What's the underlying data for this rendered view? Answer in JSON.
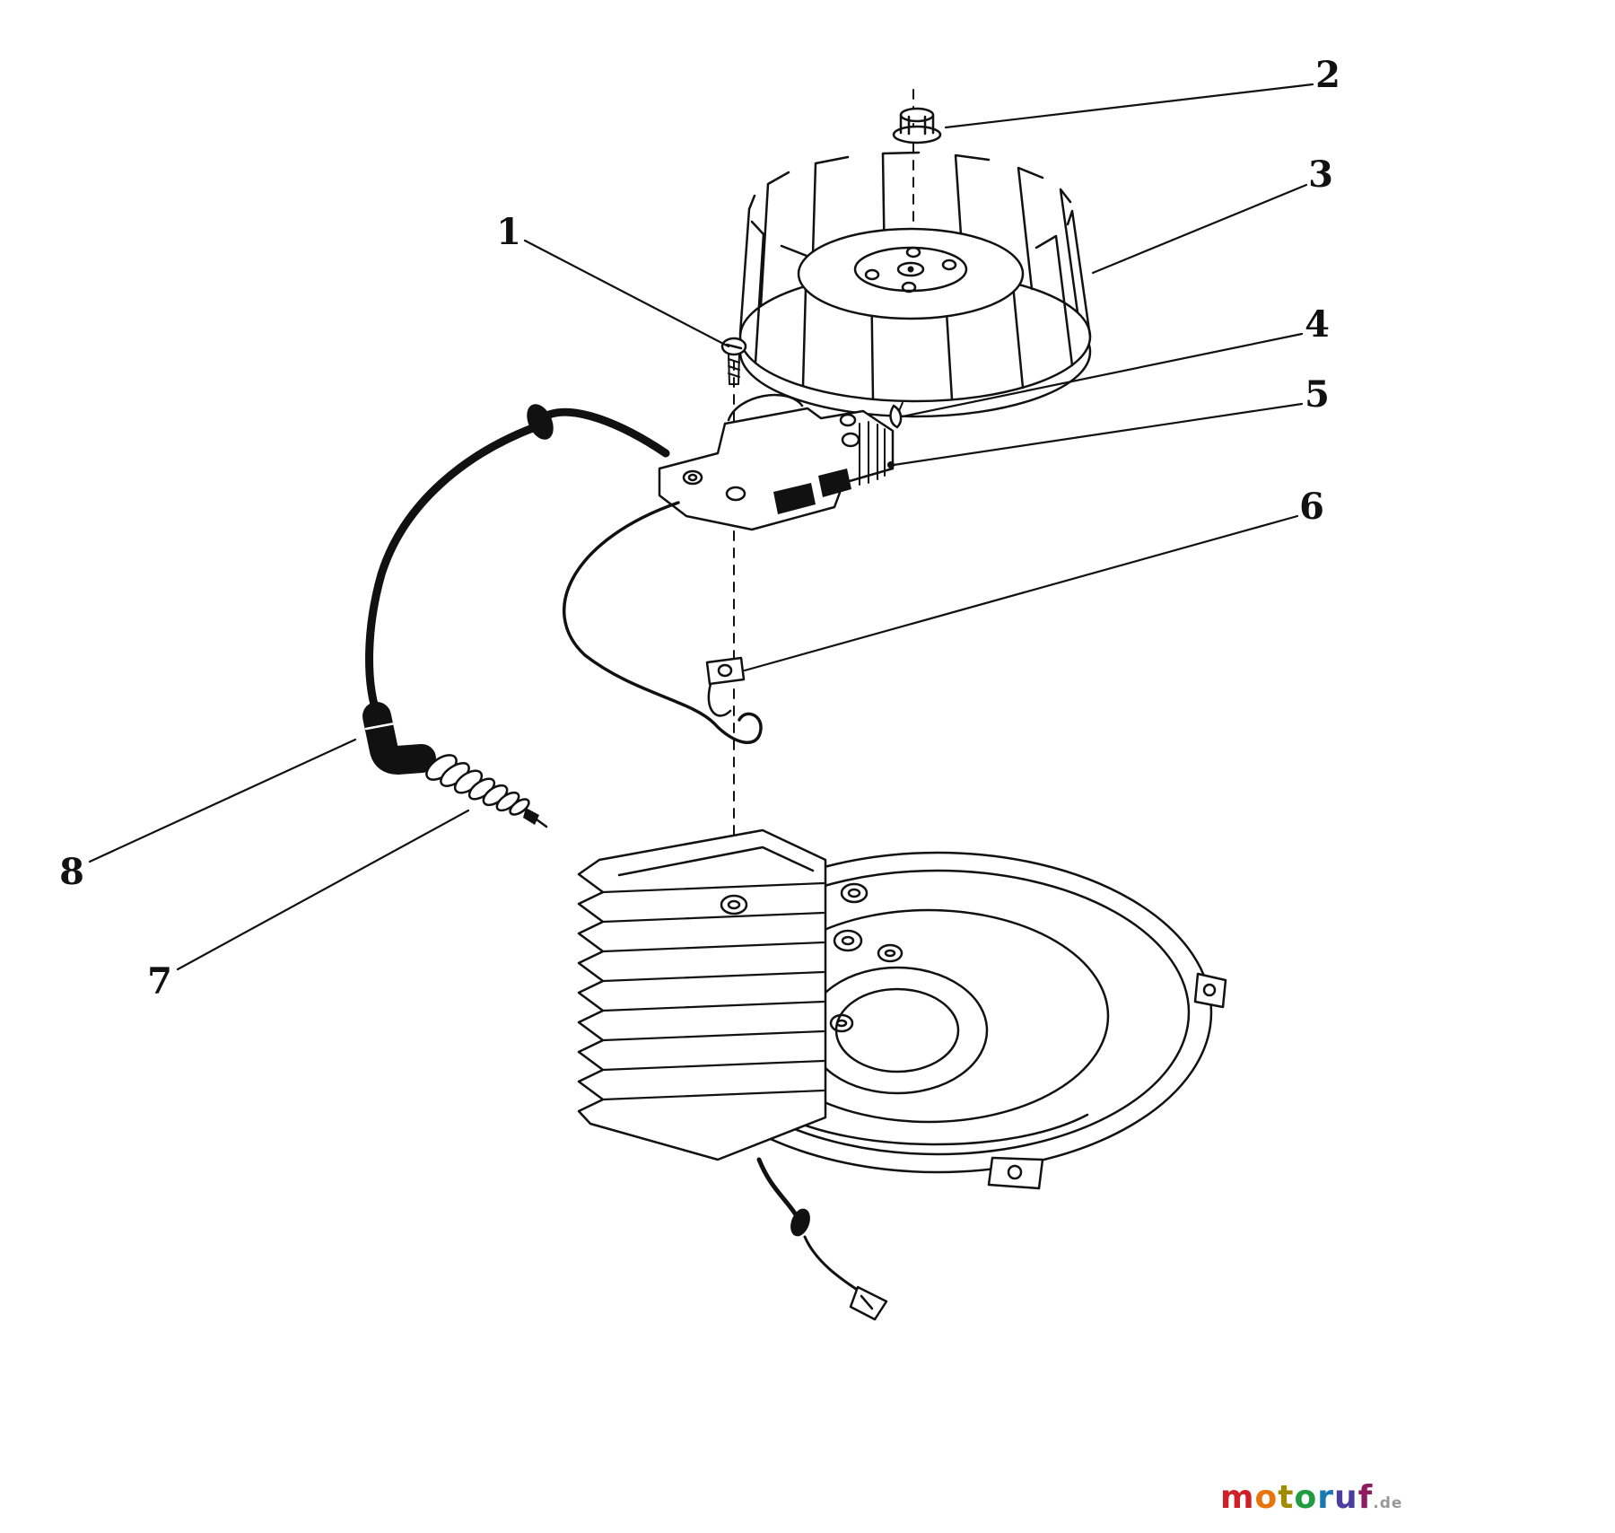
{
  "callouts": [
    {
      "label": "1"
    },
    {
      "label": "2"
    },
    {
      "label": "3"
    },
    {
      "label": "4"
    },
    {
      "label": "5"
    },
    {
      "label": "6"
    },
    {
      "label": "7"
    },
    {
      "label": "8"
    }
  ],
  "logo": {
    "letters": [
      {
        "char": "m",
        "color": "#cf2027"
      },
      {
        "char": "o",
        "color": "#e8740c"
      },
      {
        "char": "t",
        "color": "#a08c00"
      },
      {
        "char": "o",
        "color": "#1f9c40"
      },
      {
        "char": "r",
        "color": "#1878b4"
      },
      {
        "char": "u",
        "color": "#4a3f9f"
      },
      {
        "char": "f",
        "color": "#8e1d5f"
      }
    ],
    "suffix": ".de",
    "suffix_color": "#999999"
  }
}
